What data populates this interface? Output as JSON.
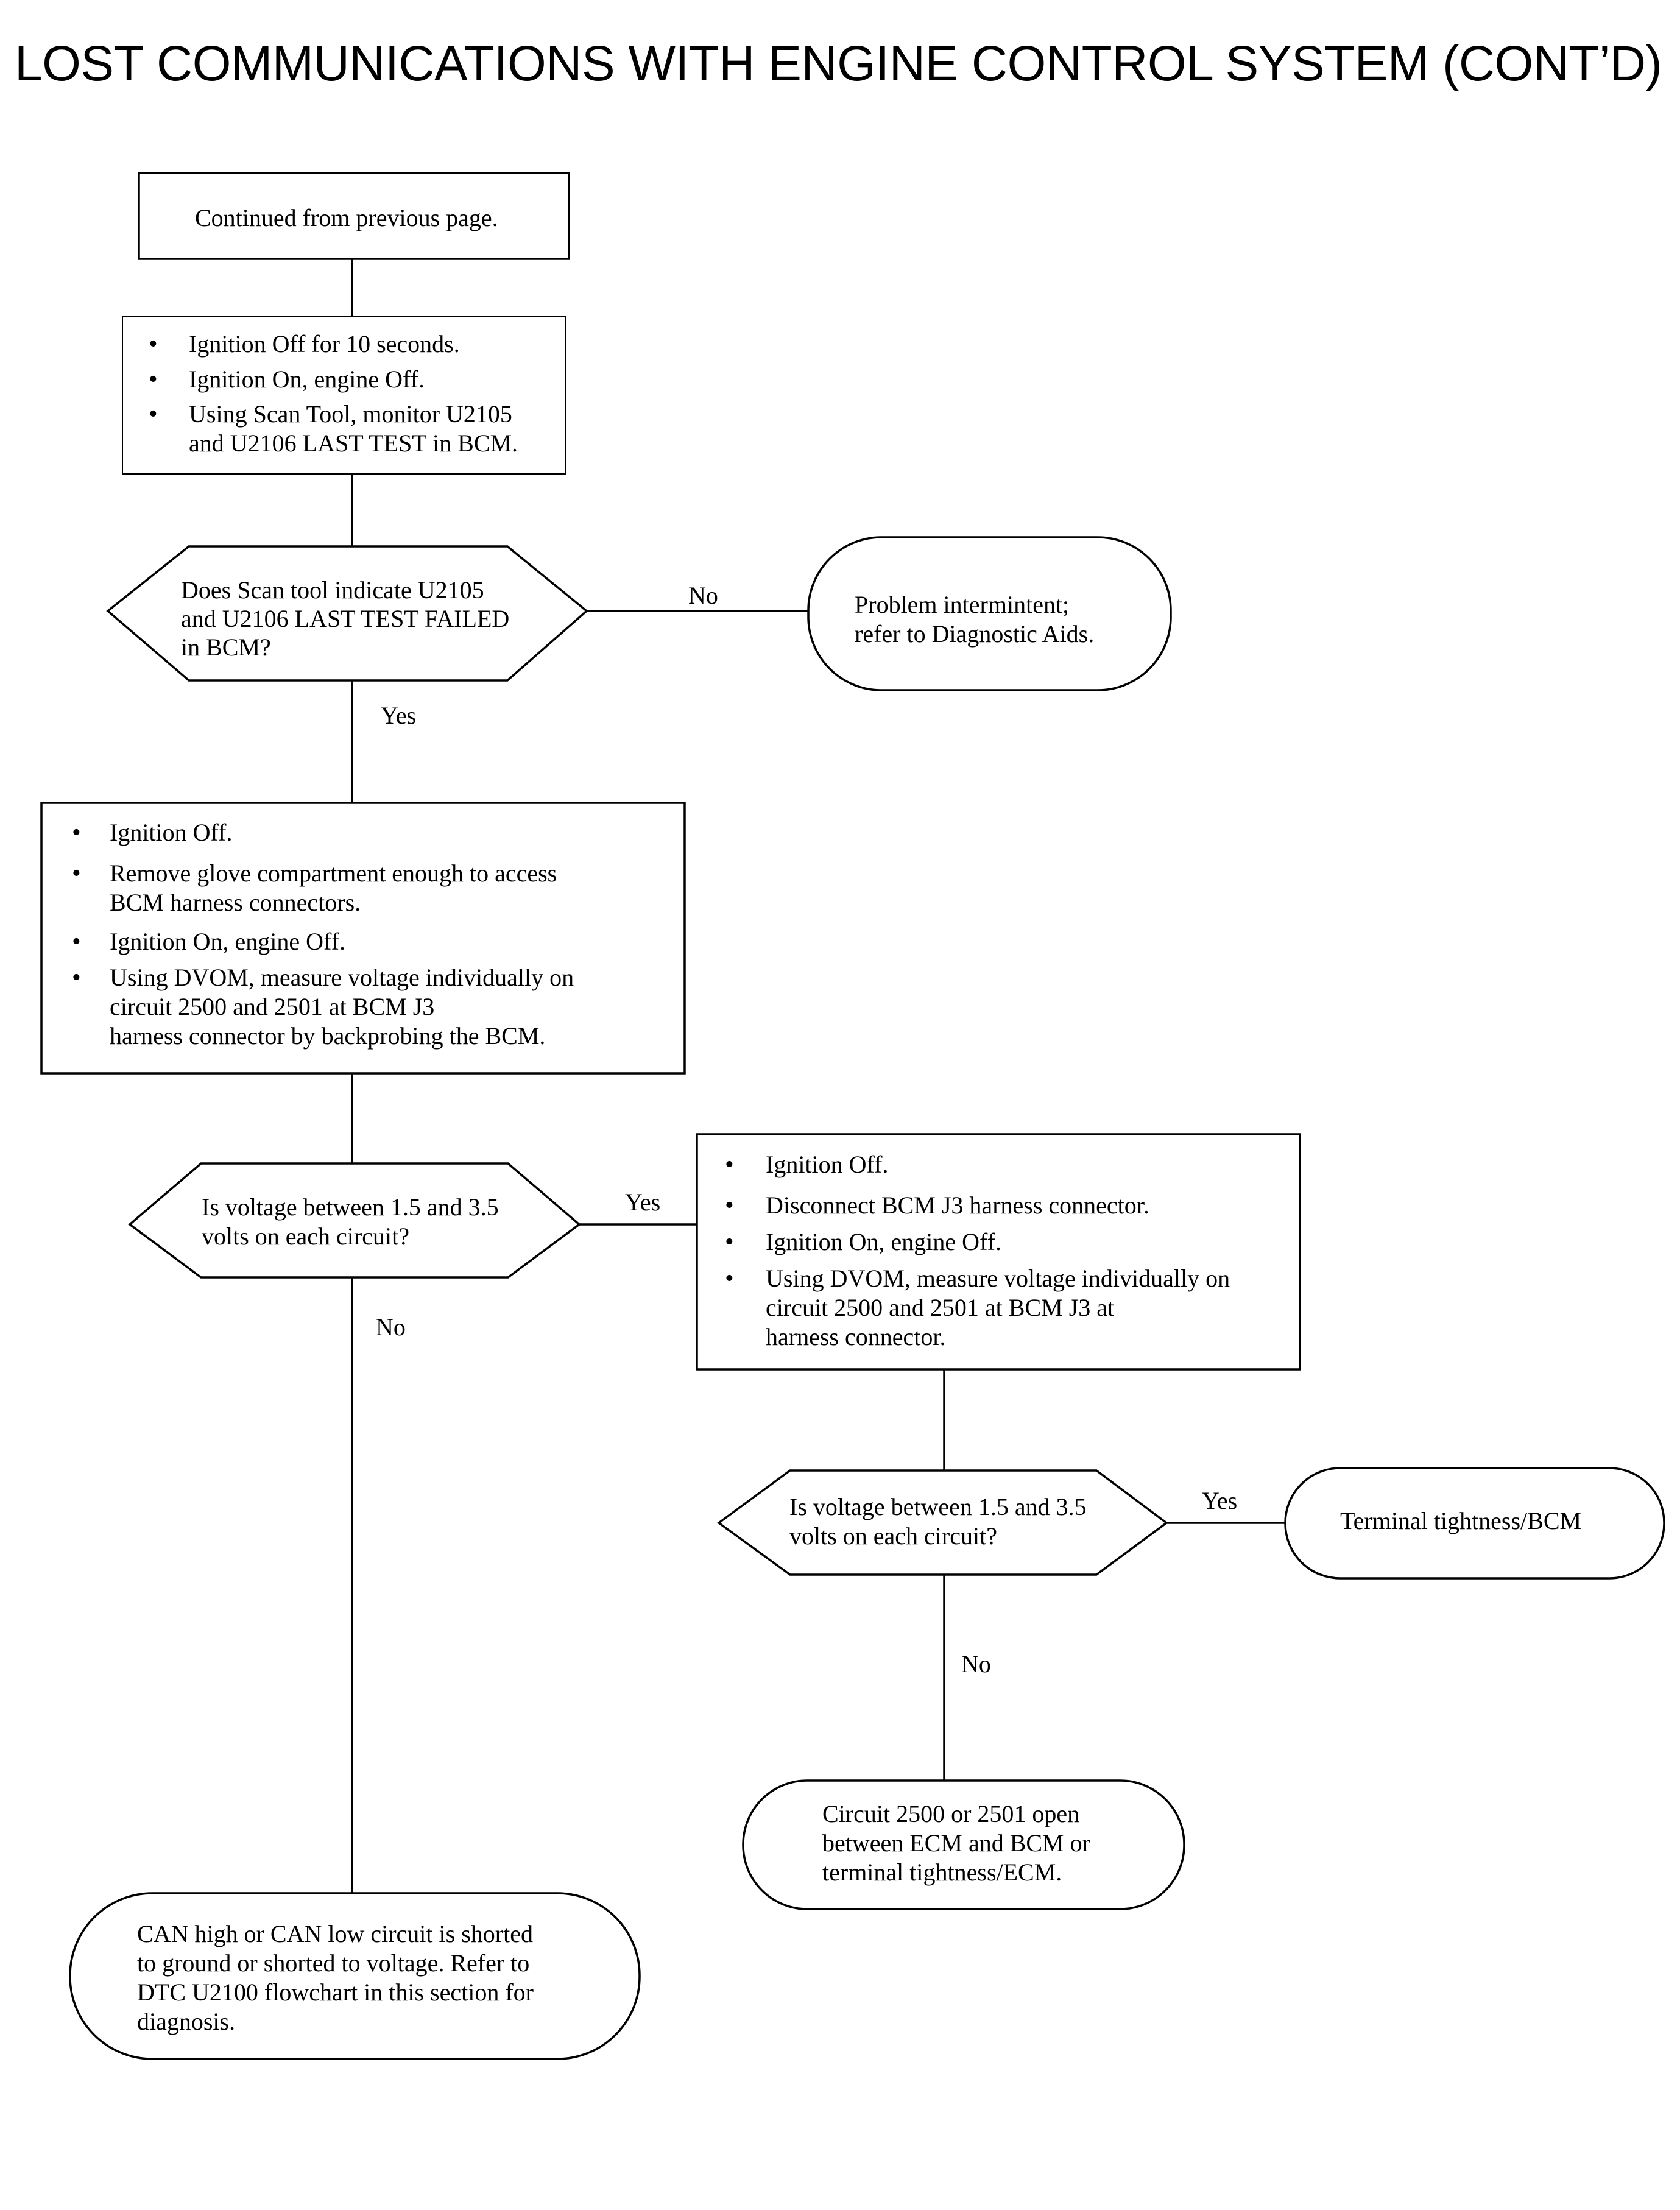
{
  "page_title": "LOST COMMUNICATIONS WITH ENGINE CONTROL SYSTEM (CONT’D)",
  "nodes": {
    "start": {
      "lines": [
        "Continued from previous page."
      ]
    },
    "step1": {
      "items": [
        [
          "Ignition Off for 10 seconds."
        ],
        [
          "Ignition On, engine Off."
        ],
        [
          "Using Scan Tool, monitor U2105",
          "and U2106 LAST TEST in BCM."
        ]
      ]
    },
    "decision1": {
      "lines": [
        "Does Scan tool indicate U2105",
        "and U2106 LAST TEST FAILED",
        "in BCM?"
      ]
    },
    "end_intermittent": {
      "lines": [
        "Problem intermintent;",
        "refer to Diagnostic Aids."
      ]
    },
    "step2": {
      "items": [
        [
          "Ignition Off."
        ],
        [
          "Remove glove compartment enough to access",
          "BCM harness connectors."
        ],
        [
          "Ignition On, engine Off."
        ],
        [
          "Using DVOM, measure voltage individually on",
          "circuit 2500 and 2501 at BCM J3",
          "harness connector by backprobing the BCM."
        ]
      ]
    },
    "decision2": {
      "lines": [
        "Is voltage between 1.5 and 3.5",
        "volts on each circuit?"
      ]
    },
    "step3": {
      "items": [
        [
          "Ignition Off."
        ],
        [
          "Disconnect BCM J3 harness connector."
        ],
        [
          "Ignition On, engine Off."
        ],
        [
          "Using DVOM, measure voltage individually on",
          "circuit 2500 and 2501 at BCM J3 at",
          "harness connector."
        ]
      ]
    },
    "decision3": {
      "lines": [
        "Is voltage between 1.5 and 3.5",
        "volts on each circuit?"
      ]
    },
    "end_terminal_bcm": {
      "lines": [
        "Terminal tightness/BCM"
      ]
    },
    "end_circuit_open": {
      "lines": [
        "Circuit 2500 or 2501 open",
        "between ECM and BCM or",
        "terminal tightness/ECM."
      ]
    },
    "end_can_short": {
      "lines": [
        "CAN high or CAN low circuit is shorted",
        "to ground or shorted to voltage. Refer to",
        "DTC U2100 flowchart in this section for",
        "diagnosis."
      ]
    }
  },
  "edge_labels": {
    "d1_no": "No",
    "d1_yes": "Yes",
    "d2_yes": "Yes",
    "d2_no": "No",
    "d3_yes": "Yes",
    "d3_no": "No"
  },
  "colors": {
    "ink": "#000000",
    "background": "#ffffff"
  }
}
